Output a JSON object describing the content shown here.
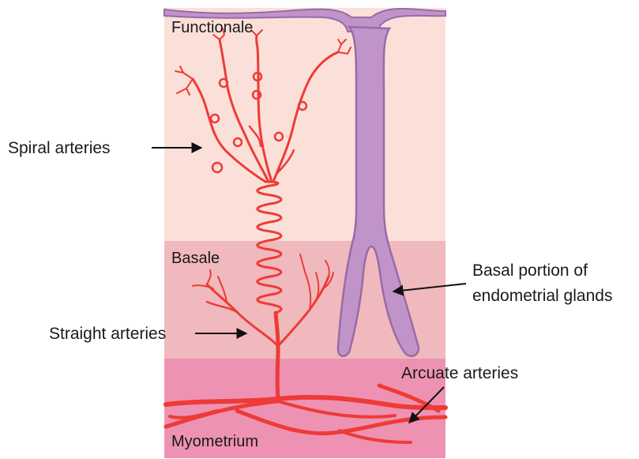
{
  "layers": {
    "functionale": "Functionale",
    "basale": "Basale",
    "myometrium": "Myometrium"
  },
  "callouts": {
    "spiral_arteries": "Spiral arteries",
    "straight_arteries": "Straight arteries",
    "basal_glands_line1": "Basal portion of",
    "basal_glands_line2": "endometrial glands",
    "arcuate_arteries": "Arcuate arteries"
  },
  "colors": {
    "functionale_fill": "#fbe0da",
    "basale_fill": "#f0b9bd",
    "myometrium_fill": "#ee92b4",
    "artery": "#ee3b35",
    "gland_fill": "#c094c8",
    "gland_stroke": "#9a6aa6",
    "arrow": "#111111"
  }
}
